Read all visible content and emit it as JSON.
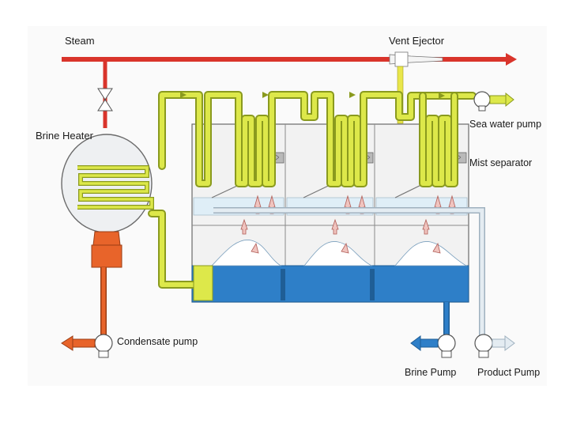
{
  "labels": {
    "steam": "Steam",
    "vent_ejector": "Vent Ejector",
    "brine_heater": "Brine Heater",
    "sea_water_pump": "Sea water pump",
    "mist_separator": "Mist separator",
    "condensate_pump": "Condensate pump",
    "brine_pump": "Brine Pump",
    "product_pump": "Product Pump"
  },
  "stages": [
    {
      "id": "stage-1"
    },
    {
      "id": "stage-2"
    },
    {
      "id": "stage-3"
    }
  ],
  "colors": {
    "steam_line": "#d9342b",
    "feed_tube": "#dde84a",
    "feed_tube_edge": "#8a9a1e",
    "condensate": "#e8642a",
    "brine": "#2e7fc8",
    "product": "#e4ecf2",
    "vessel_bg": "#f1f1f1",
    "vessel_edge": "#6b6b6b"
  }
}
